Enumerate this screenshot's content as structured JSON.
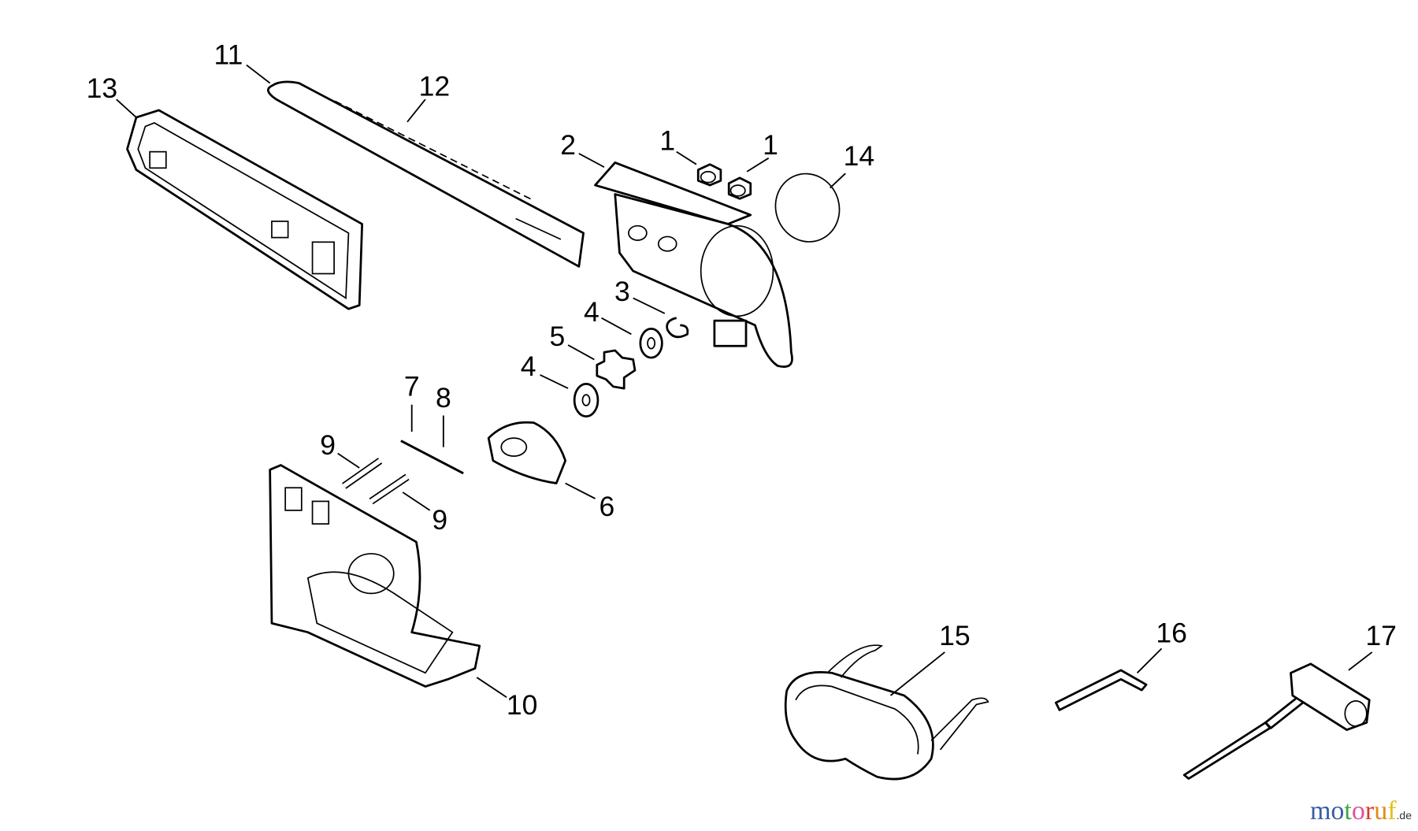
{
  "labels": {
    "l1a": "1",
    "l1b": "1",
    "l2": "2",
    "l3": "3",
    "l4a": "4",
    "l4b": "4",
    "l5": "5",
    "l6": "6",
    "l7": "7",
    "l8": "8",
    "l9a": "9",
    "l9b": "9",
    "l10": "10",
    "l11": "11",
    "l12": "12",
    "l13": "13",
    "l14": "14",
    "l15": "15",
    "l16": "16",
    "l17": "17"
  },
  "watermark": {
    "letters": [
      "m",
      "o",
      "t",
      "o",
      "r",
      "u",
      "f"
    ],
    "colors": [
      "#3b5aa8",
      "#3b5aa8",
      "#3aa83a",
      "#e0509a",
      "#d83a2a",
      "#e08a1a",
      "#e0c020"
    ],
    "suffix": ".de"
  }
}
